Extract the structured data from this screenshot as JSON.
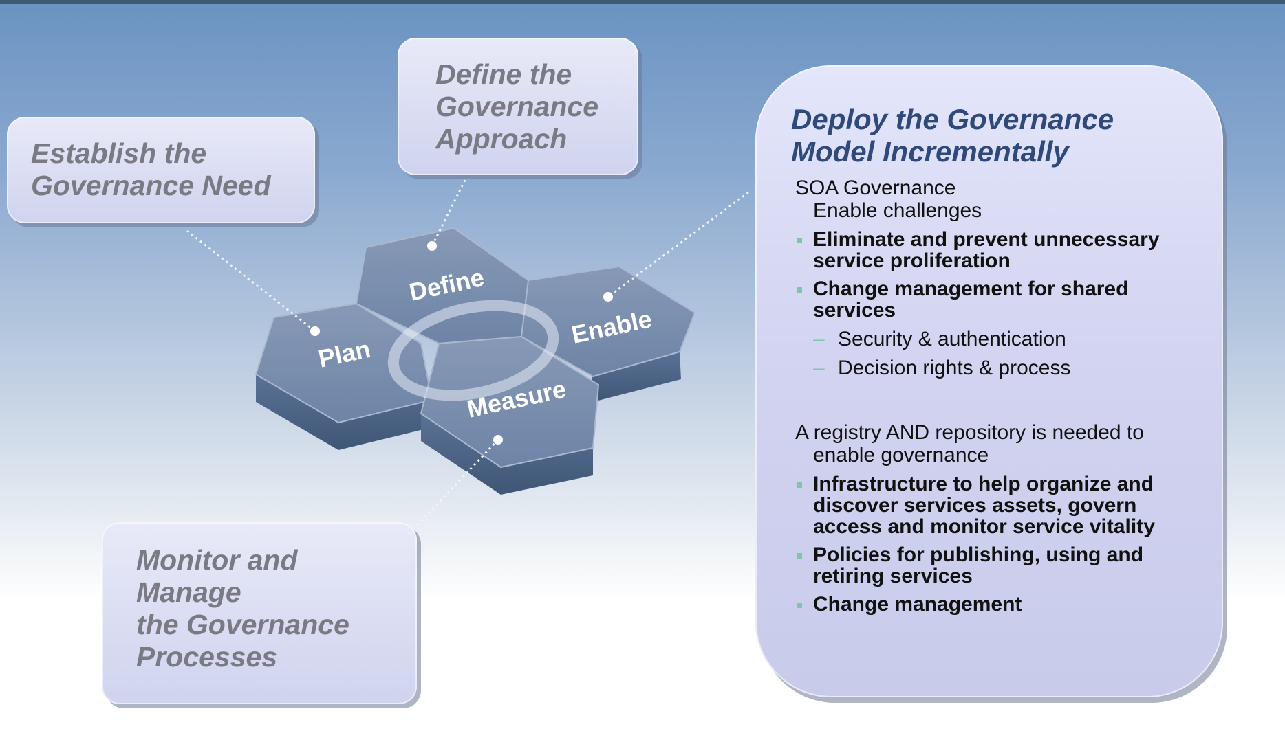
{
  "callouts": {
    "establish": "Establish the\nGovernance Need",
    "define": "Define the\nGovernance\nApproach",
    "monitor": "Monitor and\nManage\nthe Governance\nProcesses"
  },
  "hexagons": {
    "plan": "Plan",
    "define": "Define",
    "enable": "Enable",
    "measure": "Measure"
  },
  "deploy": {
    "title": "Deploy the Governance\nModel Incrementally",
    "section1": {
      "intro_line1": "SOA Governance",
      "intro_line2": "Enable challenges",
      "bullets": [
        "Eliminate and prevent unnecessary service proliferation",
        "Change management for shared services"
      ],
      "subitems": [
        "Security & authentication",
        "Decision rights & process"
      ]
    },
    "section2": {
      "intro_line1": "A registry AND repository is needed to",
      "intro_line2": "enable governance",
      "bullets": [
        "Infrastructure to help organize and discover services assets, govern access and monitor service vitality",
        "Policies for publishing, using and retiring services",
        "Change management"
      ]
    }
  },
  "colors": {
    "callout_text": "#7a7a84",
    "deploy_title": "#2f4a7a",
    "bullet_marker": "#7fc6a8",
    "hex_top": "#7f93b0",
    "hex_side": "#4d6585"
  }
}
